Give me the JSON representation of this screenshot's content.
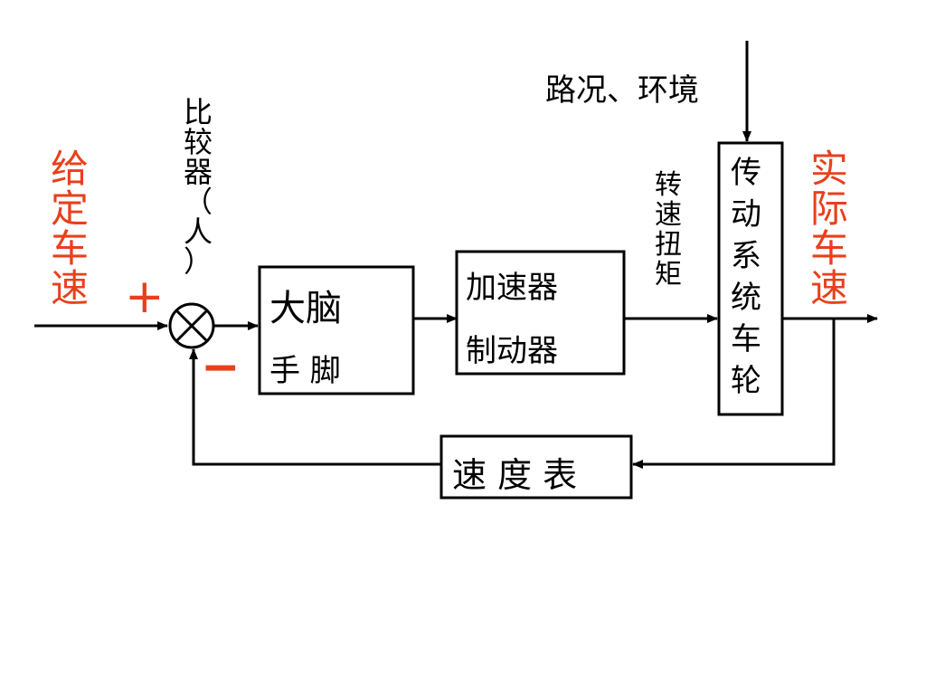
{
  "colors": {
    "line": "#000000",
    "accent": "#e8401c"
  },
  "labels": {
    "disturbance": "路况、环境",
    "comparator": [
      "比",
      "较",
      "器",
      "（",
      "人",
      "）"
    ],
    "setpoint": [
      "给",
      "定",
      "车",
      "速"
    ],
    "actual": [
      "实",
      "际",
      "车",
      "速"
    ],
    "torque": [
      "转",
      "速",
      "扭",
      "矩"
    ],
    "plus": "+",
    "minus": "−"
  },
  "blocks": {
    "brain": {
      "line1": "大脑",
      "line2": "手 脚"
    },
    "actuator": {
      "line1": "加速器",
      "line2": "制动器"
    },
    "drivetrain": [
      "传",
      "动",
      "系",
      "统",
      "车",
      "轮"
    ],
    "speedometer": "速 度 表"
  }
}
